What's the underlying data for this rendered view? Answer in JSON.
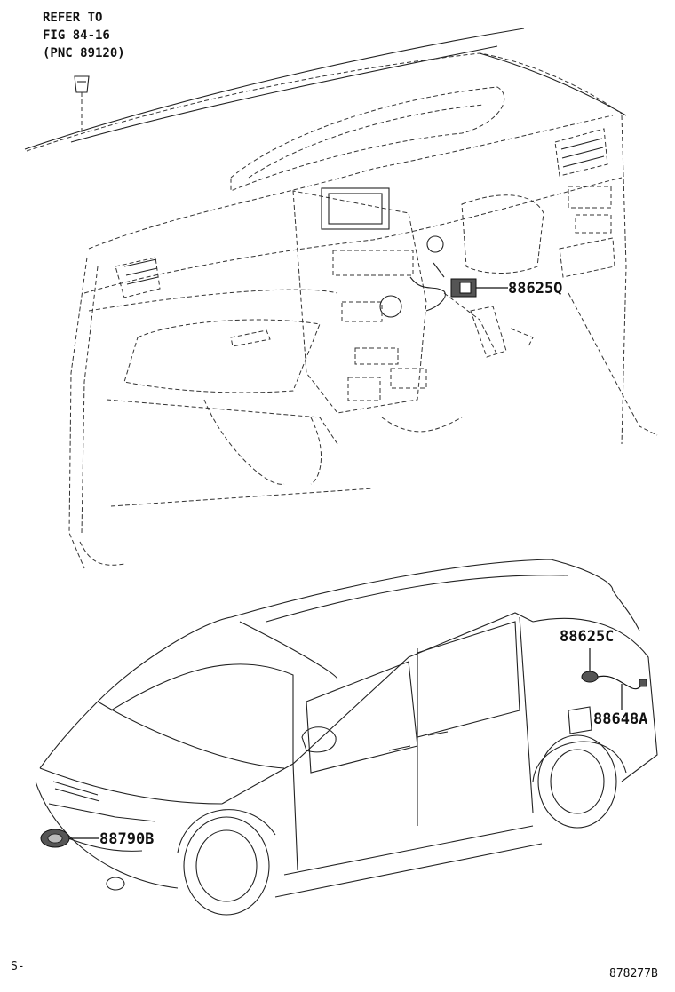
{
  "reference_note": {
    "lines": [
      "REFER TO",
      "FIG 84-16",
      "(PNC 89120)"
    ]
  },
  "callouts": {
    "p88625q": "88625Q",
    "p88625c": "88625C",
    "p88648a": "88648A",
    "p88790b": "88790B"
  },
  "footer": {
    "left_mark": "S-",
    "figure_id": "878277B"
  }
}
